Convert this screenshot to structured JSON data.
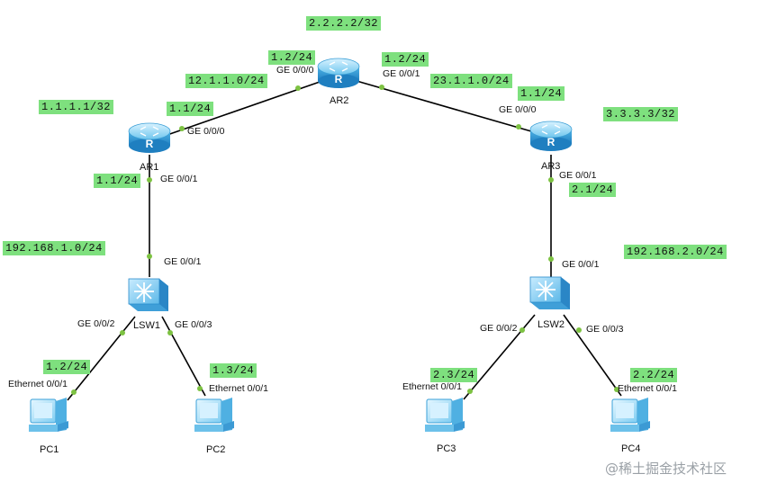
{
  "devices": {
    "ar1": "AR1",
    "ar2": "AR2",
    "ar3": "AR3",
    "lsw1": "LSW1",
    "lsw2": "LSW2",
    "pc1": "PC1",
    "pc2": "PC2",
    "pc3": "PC3",
    "pc4": "PC4"
  },
  "ports": {
    "ar2_g000": "GE 0/0/0",
    "ar2_g001": "GE 0/0/1",
    "ar1_g000": "GE 0/0/0",
    "ar1_g001": "GE 0/0/1",
    "ar3_g000": "GE 0/0/0",
    "ar3_g001": "GE 0/0/1",
    "lsw1_g001": "GE 0/0/1",
    "lsw1_g002": "GE 0/0/2",
    "lsw1_g003": "GE 0/0/3",
    "lsw2_g001": "GE 0/0/1",
    "lsw2_g002": "GE 0/0/2",
    "lsw2_g003": "GE 0/0/3",
    "pc1_eth": "Ethernet 0/0/1",
    "pc2_eth": "Ethernet 0/0/1",
    "pc3_eth": "Ethernet 0/0/1",
    "pc4_eth": "Ethernet 0/0/1"
  },
  "tags": {
    "ar2_loopback": "2.2.2.2/32",
    "ar2_g000_ip": "1.2/24",
    "ar2_g001_ip": "1.2/24",
    "net_ar1_ar2": "12.1.1.0/24",
    "net_ar2_ar3": "23.1.1.0/24",
    "ar1_loopback": "1.1.1.1/32",
    "ar1_g000_ip": "1.1/24",
    "ar1_g001_ip": "1.1/24",
    "ar3_g000_ip": "1.1/24",
    "ar3_loopback": "3.3.3.3/32",
    "ar3_g001_ip": "2.1/24",
    "net_lan1": "192.168.1.0/24",
    "net_lan2": "192.168.2.0/24",
    "pc1_ip": "1.2/24",
    "pc2_ip": "1.3/24",
    "pc3_ip": "2.3/24",
    "pc4_ip": "2.2/24"
  },
  "watermark": "@稀土掘金技术社区",
  "colors": {
    "tag_bg": "#7ee07e",
    "link": "#000000",
    "port_dot": "#7dc242"
  }
}
